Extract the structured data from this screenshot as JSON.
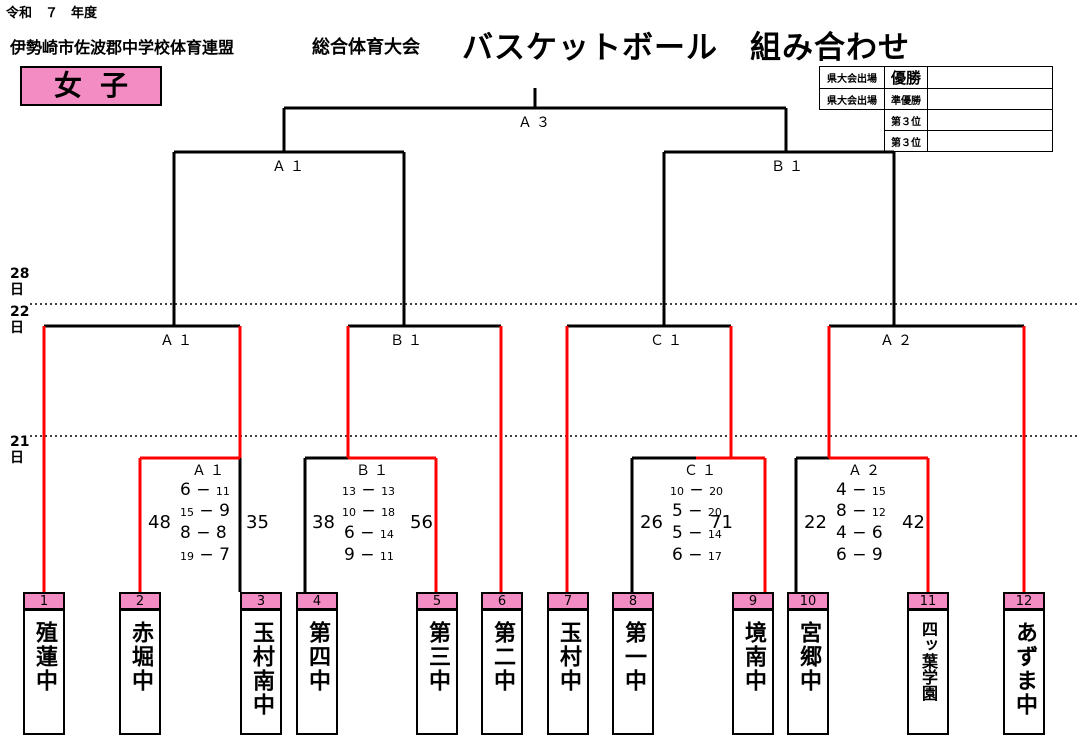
{
  "header": {
    "year": "令和　７　年度",
    "org": "伊勢崎市佐波郡中学校体育連盟",
    "event": "総合体育大会",
    "sport": "バスケットボール",
    "kumiawase": "組み合わせ"
  },
  "gender": "女子",
  "results": [
    {
      "label": "県大会出場",
      "rank": "優勝",
      "value": ""
    },
    {
      "label": "県大会出場",
      "rank": "準優勝",
      "value": ""
    },
    {
      "label": "",
      "rank": "第３位",
      "value": ""
    },
    {
      "label": "",
      "rank": "第３位",
      "value": ""
    }
  ],
  "dates": {
    "d28": "28日",
    "d22": "22日",
    "d21": "21日"
  },
  "game_labels": {
    "final": "Ａ３",
    "semi_left": "Ａ１",
    "semi_right": "Ｂ１",
    "r2_1": "Ａ１",
    "r2_2": "Ｂ１",
    "r2_3": "Ｃ１",
    "r2_4": "Ａ２",
    "r1_1": "Ａ１",
    "r1_2": "Ｂ１",
    "r1_3": "Ｃ１",
    "r1_4": "Ａ２"
  },
  "scores": {
    "g1": {
      "left": "48",
      "right": "35",
      "periods": [
        [
          "6",
          "11"
        ],
        [
          "15",
          "9"
        ],
        [
          "8",
          "8"
        ],
        [
          "19",
          "7"
        ]
      ]
    },
    "g2": {
      "left": "38",
      "right": "56",
      "periods": [
        [
          "13",
          "13"
        ],
        [
          "10",
          "18"
        ],
        [
          "6",
          "14"
        ],
        [
          "9",
          "11"
        ]
      ]
    },
    "g3": {
      "left": "26",
      "right": "71",
      "periods": [
        [
          "10",
          "20"
        ],
        [
          "5",
          "20"
        ],
        [
          "5",
          "14"
        ],
        [
          "6",
          "17"
        ]
      ]
    },
    "g4": {
      "left": "22",
      "right": "42",
      "periods": [
        [
          "4",
          "15"
        ],
        [
          "8",
          "12"
        ],
        [
          "4",
          "6"
        ],
        [
          "6",
          "9"
        ]
      ]
    }
  },
  "teams": [
    {
      "num": "1",
      "name": "殖蓮中"
    },
    {
      "num": "2",
      "name": "赤堀中"
    },
    {
      "num": "3",
      "name": "玉村南中"
    },
    {
      "num": "4",
      "name": "第四中"
    },
    {
      "num": "5",
      "name": "第三中"
    },
    {
      "num": "6",
      "name": "第二中"
    },
    {
      "num": "7",
      "name": "玉村中"
    },
    {
      "num": "8",
      "name": "第一中"
    },
    {
      "num": "9",
      "name": "境南中"
    },
    {
      "num": "10",
      "name": "宮郷中"
    },
    {
      "num": "11",
      "name": "四ッ葉学園"
    },
    {
      "num": "12",
      "name": "あずま中"
    }
  ],
  "colors": {
    "winner_line": "#ff0000",
    "line": "#000000",
    "accent": "#f48cc4"
  }
}
